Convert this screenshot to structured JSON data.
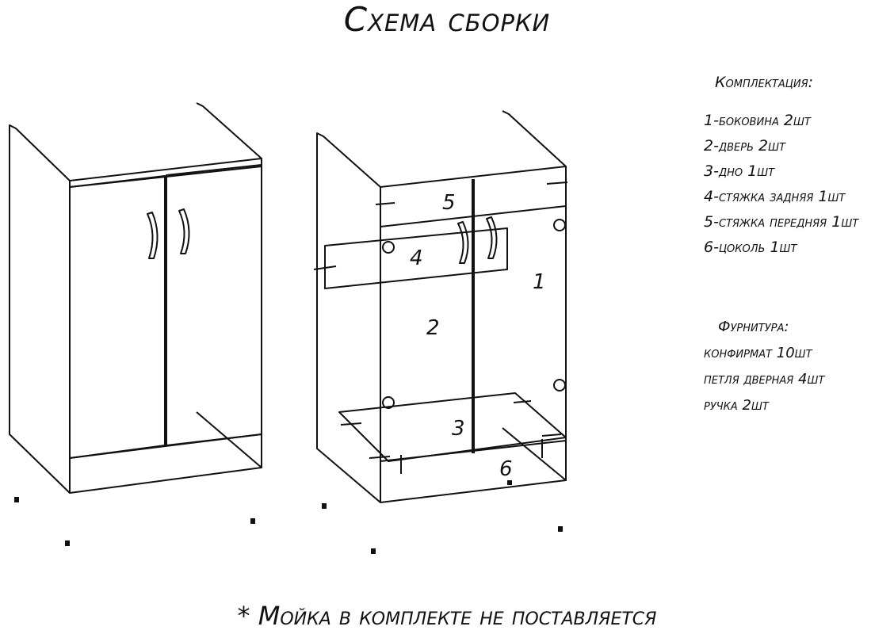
{
  "title": "Схема сборки",
  "part_numbers": [
    "1",
    "2",
    "3",
    "4",
    "5",
    "6"
  ],
  "kit": {
    "heading": "Комплектация:",
    "items": [
      "1-боковина 2шт",
      "2-дверь 2шт",
      "3-дно 1шт",
      "4-стяжка задняя 1шт",
      "5-стяжка передняя 1шт",
      "6-цоколь 1шт"
    ]
  },
  "fittings": {
    "heading": "Фурнитура:",
    "items": [
      "конфирмат  10шт",
      "петля дверная  4шт",
      "ручка  2шт"
    ]
  },
  "footnote": "* Мойка в комплекте не поставляется",
  "colors": {
    "line": "#111111",
    "background": "#ffffff"
  }
}
